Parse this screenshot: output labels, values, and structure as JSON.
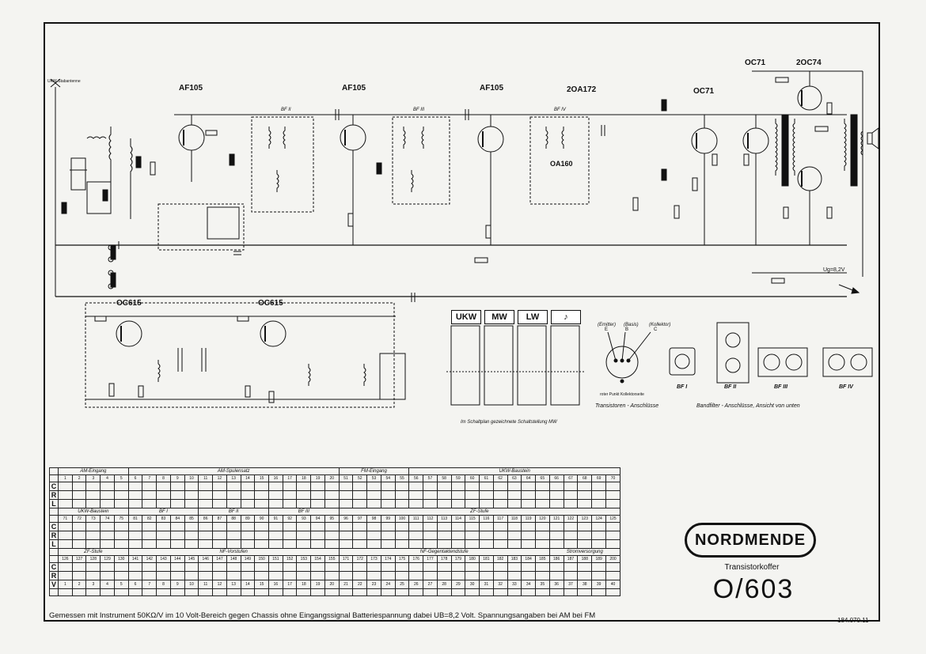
{
  "stages": {
    "ukw_antenna": "UKW-Stabantenne",
    "t1": "AF105",
    "t2": "AF105",
    "t3": "AF105",
    "t_ratio": "2OA172",
    "t_driver": "OC71",
    "t_out_drv": "OC71",
    "t_push": "2OC74",
    "t_fm1": "OC615",
    "t_fm2": "OC615",
    "diode": "OA160"
  },
  "filters": {
    "bf2": "BF II",
    "bf3": "BF III",
    "bf4": "BF IV"
  },
  "band_buttons": [
    "UKW",
    "MW",
    "LW",
    "♪"
  ],
  "switch_caption": "Im Schaltplan gezeichnete Schaltstellung MW",
  "pin_labels": {
    "emitter": "(Emitter)",
    "basis": "(Basis)",
    "kollektor": "(Kollektor)",
    "e": "E",
    "b": "B",
    "c": "C",
    "red_dot": "roter Punkt Kollektorseite",
    "transistor_caption": "Transistoren - Anschlüsse",
    "filter_caption": "Bandfilter - Anschlüsse, Ansicht von unten"
  },
  "filter_views": [
    "BF I",
    "BF II",
    "BF III",
    "BF IV"
  ],
  "supply": {
    "label": "Ug=8,2V"
  },
  "brand": {
    "name": "NORDMENDE",
    "subtitle": "Transistorkoffer",
    "model": "O/603"
  },
  "footer": "Gemessen mit Instrument 50KΩ/V im 10 Volt-Bereich gegen Chassis ohne Eingangssignal Batteriespannung dabei UB=8,2 Volt. Spannungsangaben bei AM bei FM",
  "doc_number": "184.070.11",
  "table": {
    "row_labels": [
      "C",
      "R",
      "L",
      "V"
    ],
    "row1_sections": [
      "AM-Eingang",
      "AM-Spulensatz",
      "FM-Eingang",
      "UKW-Baustein"
    ],
    "row1_numbers": [
      "1",
      "2",
      "3",
      "4",
      "5",
      "6",
      "7",
      "8",
      "9",
      "10",
      "11",
      "12",
      "13",
      "14",
      "15",
      "16",
      "17",
      "18",
      "19",
      "20",
      "51",
      "52",
      "53",
      "54",
      "55",
      "56",
      "57",
      "58",
      "59",
      "60",
      "61",
      "62",
      "63",
      "64",
      "65",
      "66",
      "67",
      "68",
      "69",
      "70"
    ],
    "row2_sections": [
      "UKW-Baustein",
      "BF I",
      "BF II",
      "BF III",
      "ZF-Stufe"
    ],
    "row2_numbers": [
      "71",
      "72",
      "73",
      "74",
      "75",
      "81",
      "82",
      "83",
      "84",
      "85",
      "86",
      "87",
      "88",
      "89",
      "90",
      "91",
      "92",
      "93",
      "94",
      "95",
      "96",
      "97",
      "98",
      "99",
      "100",
      "111",
      "112",
      "113",
      "114",
      "115",
      "116",
      "117",
      "118",
      "119",
      "120",
      "121",
      "122",
      "123",
      "124",
      "125"
    ],
    "row3_sections": [
      "ZF-Stufe",
      "NF-Vorstufen",
      "NF-Gegentaktendstufe",
      "Stromversorgung"
    ],
    "row3_numbers": [
      "126",
      "127",
      "128",
      "129",
      "130",
      "141",
      "142",
      "143",
      "144",
      "145",
      "146",
      "147",
      "148",
      "149",
      "150",
      "151",
      "152",
      "153",
      "154",
      "155",
      "171",
      "172",
      "173",
      "174",
      "175",
      "176",
      "177",
      "178",
      "179",
      "180",
      "181",
      "182",
      "183",
      "184",
      "185",
      "186",
      "187",
      "188",
      "189",
      "200"
    ],
    "row4_numbers": [
      "1",
      "2",
      "3",
      "4",
      "5",
      "6",
      "7",
      "8",
      "9",
      "10",
      "11",
      "12",
      "13",
      "14",
      "15",
      "16",
      "17",
      "18",
      "19",
      "20",
      "21",
      "22",
      "23",
      "24",
      "25",
      "26",
      "27",
      "28",
      "29",
      "30",
      "31",
      "32",
      "33",
      "34",
      "35",
      "36",
      "37",
      "38",
      "39",
      "40"
    ]
  }
}
